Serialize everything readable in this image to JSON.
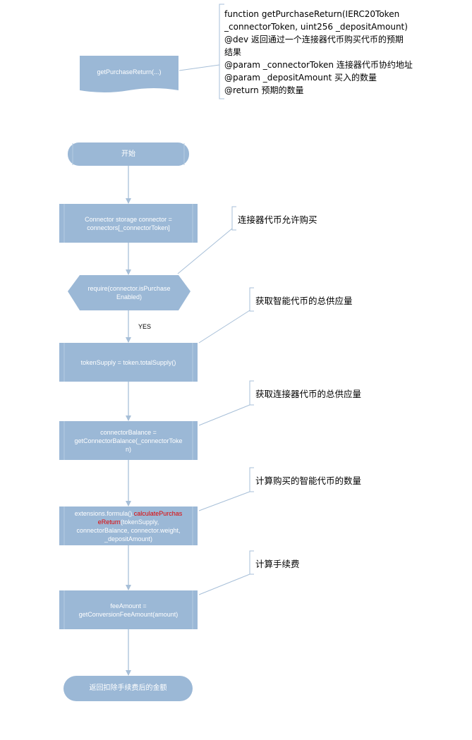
{
  "doc_comment": {
    "lines": [
      "function getPurchaseReturn(IERC20Token",
      "_connectorToken, uint256 _depositAmount)",
      "@dev 返回通过一个连接器代币购买代币的预期",
      "结果",
      "@param _connectorToken  连接器代币协约地址",
      "@param _depositAmount   买入的数量",
      "@return 预期的数量"
    ]
  },
  "func_node": {
    "label": "getPurchaseReturn(...)"
  },
  "flow": {
    "start": "开始",
    "step1_lines": [
      "Connector storage connector =",
      "connectors[_connectorToken]"
    ],
    "decision_lines": [
      "require(connector.isPurchase",
      "Enabled)"
    ],
    "yes_label": "YES",
    "step2": "tokenSupply = token.totalSupply()",
    "step3_lines": [
      "connectorBalance =",
      "getConnectorBalance(_connectorToke",
      "n)"
    ],
    "step4": {
      "prefix": "extensions.formula().",
      "highlight_a": "calculatePurchas",
      "highlight_b": "eReturn",
      "rest_a": "(tokenSupply,",
      "rest_b": "connectorBalance, connector.weight,",
      "rest_c": "_depositAmount)"
    },
    "step5_lines": [
      "feeAmount =",
      "getConversionFeeAmount(amount)"
    ],
    "end": "返回扣除手续费后的金额"
  },
  "notes": {
    "n1": "连接器代币允许购买",
    "n2": "获取智能代币的总供应量",
    "n3": "获取连接器代币的总供应量",
    "n4": "计算购买的智能代币的数量",
    "n5": "计算手续费"
  },
  "colors": {
    "shape_fill": "#9bb8d6",
    "shape_text": "#ffffff",
    "connector": "#a7bfd8",
    "highlight": "#e00000"
  }
}
